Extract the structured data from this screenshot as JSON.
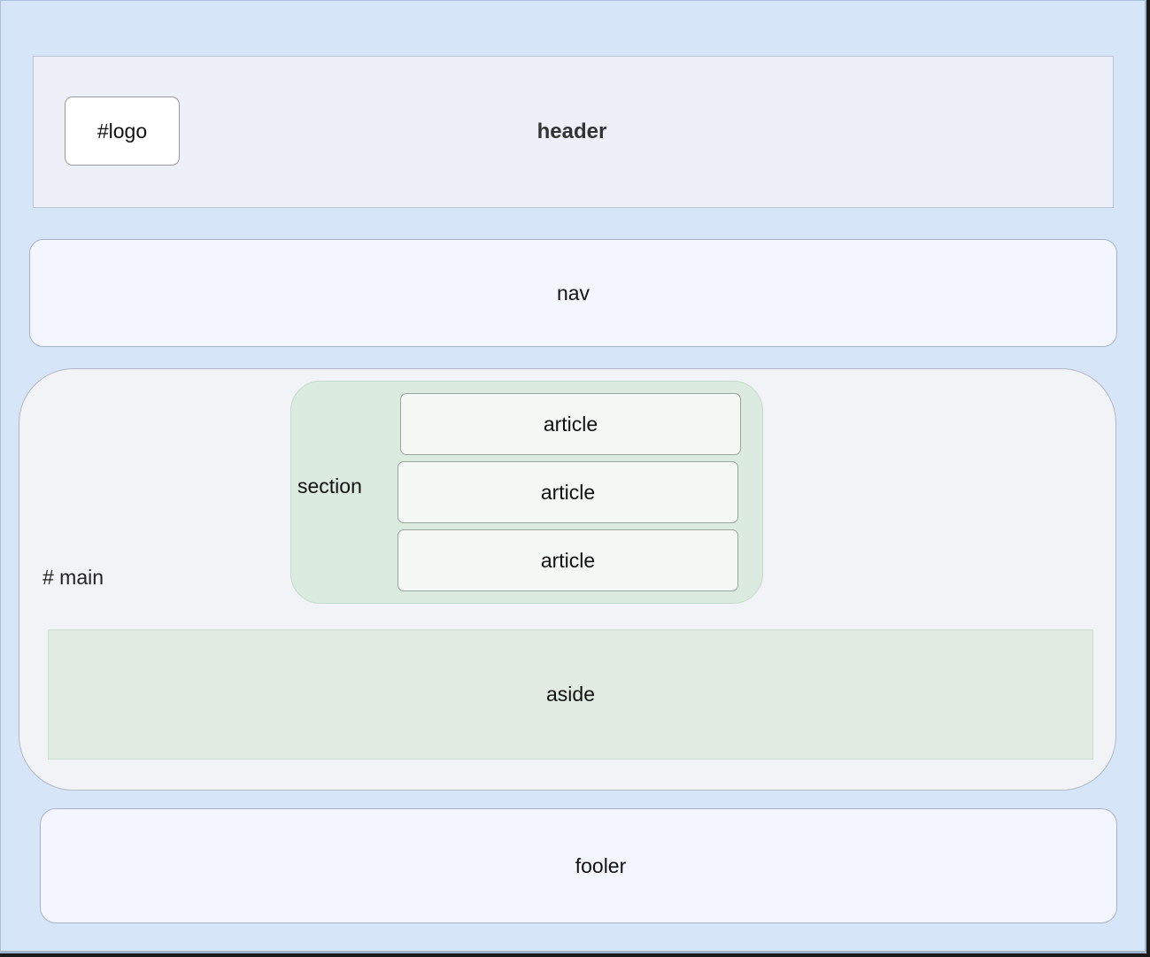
{
  "diagram": {
    "header": {
      "label": "header"
    },
    "logo": {
      "label": "#logo"
    },
    "nav": {
      "label": "nav"
    },
    "main": {
      "label": "# main",
      "section": {
        "label": "section",
        "articles": [
          "article",
          "article",
          "article"
        ]
      },
      "aside": {
        "label": "aside"
      }
    },
    "footer": {
      "label": "fooler"
    }
  },
  "colors": {
    "canvas": "#d7e5f8",
    "header": "#edf0f8",
    "nav": "#f3f6ff",
    "main": "#f2f3f6",
    "section": "#dcebdf",
    "article": "#f3f8f4",
    "aside": "#e1ebe1",
    "footer": "#f3f6ff"
  }
}
